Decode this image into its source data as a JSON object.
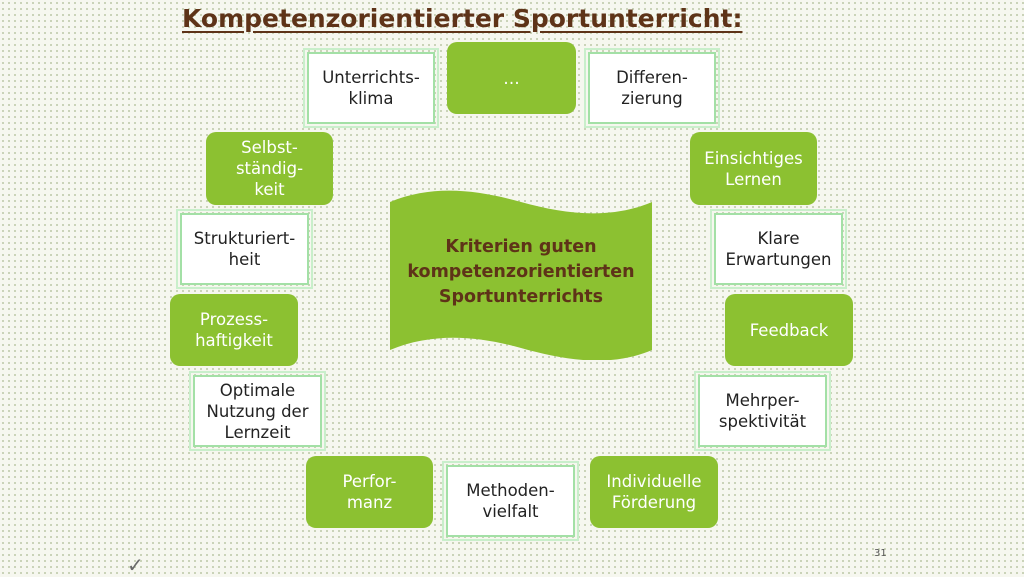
{
  "slide": {
    "title": "Kompetenzorientierter Sportunterricht:",
    "center": "Kriterien guten\nkompetenzorientierten\nSportunterrichts",
    "page_number": "31",
    "checkmark_icon": "checkmark-icon"
  },
  "criteria": [
    {
      "label": "…",
      "style": "green"
    },
    {
      "label": "Differen-\nzierung",
      "style": "white"
    },
    {
      "label": "Einsichtiges\nLernen",
      "style": "green"
    },
    {
      "label": "Klare\nErwartungen",
      "style": "white"
    },
    {
      "label": "Feedback",
      "style": "green"
    },
    {
      "label": "Mehrper-\nspektivität",
      "style": "white"
    },
    {
      "label": "Individuelle\nFörderung",
      "style": "green"
    },
    {
      "label": "Methoden-\nvielfalt",
      "style": "white"
    },
    {
      "label": "Perfor-\nmanz",
      "style": "green"
    },
    {
      "label": "Optimale\nNutzung der\nLernzeit",
      "style": "white"
    },
    {
      "label": "Prozess-\nhaftigkeit",
      "style": "green"
    },
    {
      "label": "Strukturiert-\nheit",
      "style": "white"
    },
    {
      "label": "Selbst-\nständig-\nkeit",
      "style": "green"
    },
    {
      "label": "Unterrichts-\nklima",
      "style": "white"
    }
  ],
  "colors": {
    "green": "#8cc131",
    "title_brown": "#5e3318",
    "white_box_border": "#a3e0a6"
  }
}
